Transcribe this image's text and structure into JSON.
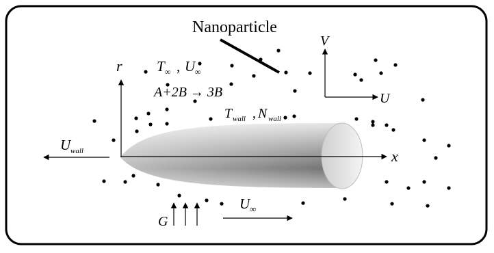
{
  "annotation": "Nanoparticle",
  "symbols": {
    "r": "r",
    "T_inf": "T",
    "T_inf_sub": "∞",
    "comma": ",",
    "U_inf": "U",
    "U_inf_sub": "∞",
    "reaction": "A+2B → 3B",
    "T_wall": "T",
    "T_wall_sub": "wall",
    "N_wall": "N",
    "N_wall_sub": "wall",
    "V": "V",
    "U": "U",
    "x": "x",
    "U_wall": "U",
    "U_wall_sub": "wall",
    "G": "G",
    "U_free": "U",
    "U_free_sub": "∞"
  },
  "particle_count": 52
}
